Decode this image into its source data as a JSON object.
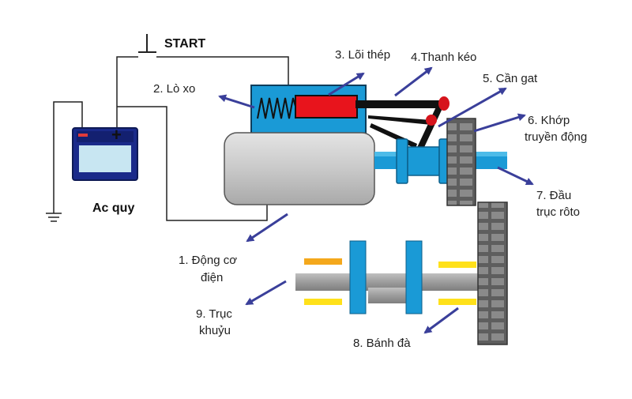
{
  "labels": {
    "start": "START",
    "battery": "Ac quy",
    "spring": "2. Lò xo",
    "core": "3. Lõi thép",
    "rod": "4.Thanh  kéo",
    "lever": "5. Cần gat",
    "coupling_1": "6. Khớp",
    "coupling_2": "truyền động",
    "rotor_1": "7. Đầu",
    "rotor_2": "trục rôto",
    "motor_1": "1. Động cơ",
    "motor_2": "điện",
    "crank_1": "9. Trục",
    "crank_2": "khuỷu",
    "flywheel": "8. Bánh đà"
  },
  "colors": {
    "housing": "#1a9ad6",
    "core": "#e8141c",
    "arrow": "#3a3f9a",
    "motor": "#c6c6c6",
    "gear": "#6a6a6a",
    "yellow": "#ffe11a",
    "orange": "#f4a81c"
  }
}
